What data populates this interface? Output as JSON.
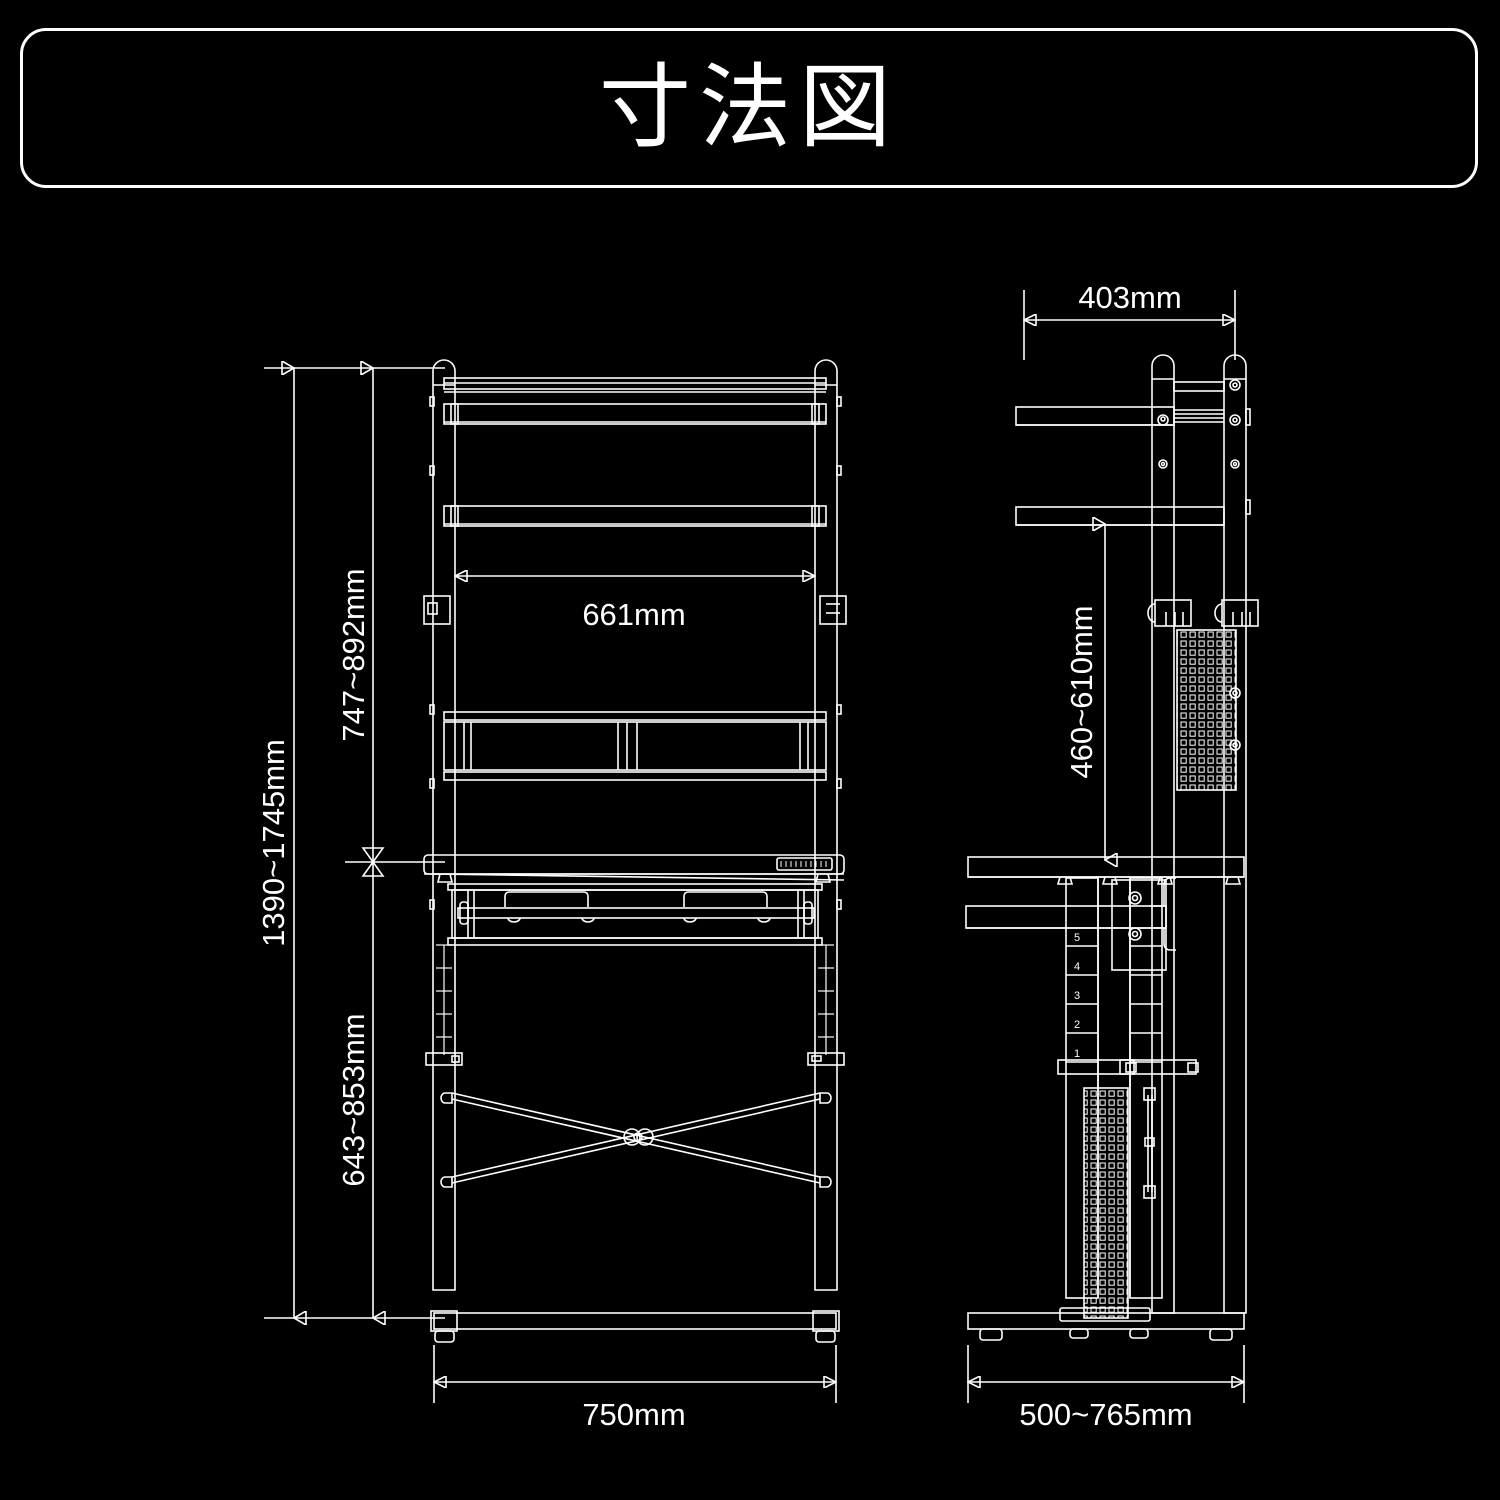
{
  "header": {
    "title": "寸法図"
  },
  "views": {
    "front": {
      "name": "front-elevation",
      "dimensions": {
        "total_height": "1390~1745mm",
        "upper_height": "747~892mm",
        "lower_height": "643~853mm",
        "shelf_width": "661mm",
        "total_width": "750mm"
      }
    },
    "side": {
      "name": "side-elevation",
      "dimensions": {
        "shelf_depth": "403mm",
        "desk_height": "460~610mm",
        "base_depth": "500~765mm"
      }
    }
  },
  "adjustment_marks": [
    "5",
    "4",
    "3",
    "2",
    "1"
  ],
  "colors": {
    "background": "#000000",
    "line": "#ffffff"
  }
}
